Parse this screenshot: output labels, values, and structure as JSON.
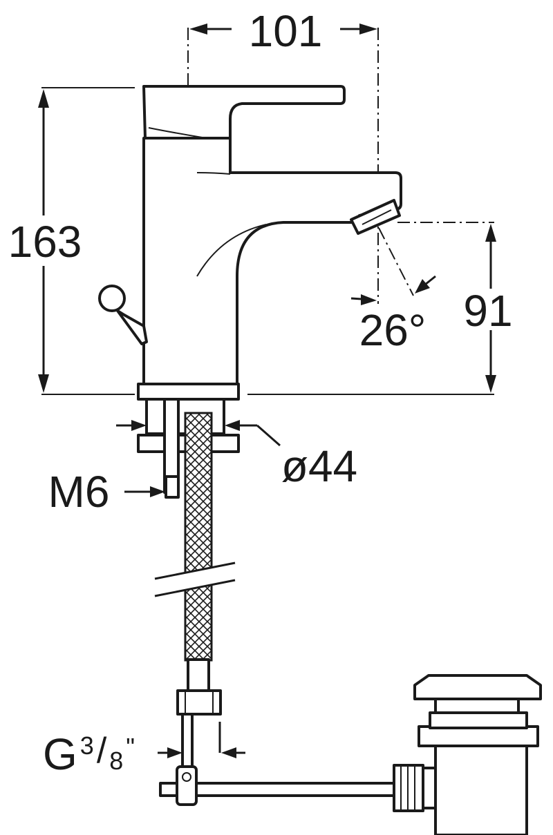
{
  "dimensions": {
    "spout_reach": "101",
    "total_height": "163",
    "spout_height": "91",
    "spout_angle": "26°",
    "base_diameter": "ø44",
    "rod_thread": "M6",
    "connection_main": "G",
    "connection_sup": "3",
    "connection_slash": "/",
    "connection_den": "8",
    "connection_unit": "\""
  },
  "colors": {
    "ink": "#1a1a1a",
    "paper": "#ffffff"
  }
}
